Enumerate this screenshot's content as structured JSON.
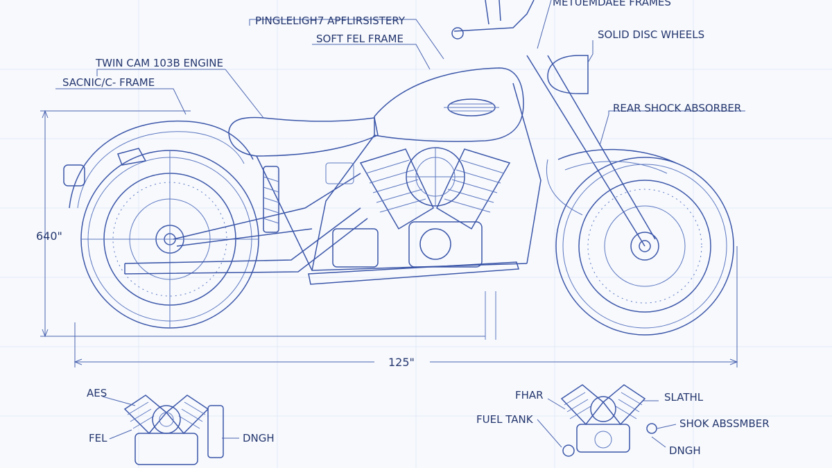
{
  "labels": {
    "top_partial": "METUEMDAEE FRAMES",
    "pinglelight": "PINGLELIGH7 APFLIRSISTERY",
    "soft_fel_frame": "SOFT FEL FRAME",
    "solid_disc_wheels": "SOLID DISC WHEELS",
    "twin_cam_engine": "TWIN CAM 103B ENGINE",
    "sacnic_frame": "SACNIC/C- FRAME",
    "rear_shock_absorber": "REAR SHOCK ABSORBER"
  },
  "dimensions": {
    "height": "640\"",
    "length": "125\""
  },
  "detail_left": {
    "aes": "AES",
    "fel": "FEL",
    "dngh": "DNGH"
  },
  "detail_right": {
    "fhar": "FHAR",
    "fuel_tank": "FUEL TANK",
    "slathl": "SLATHL",
    "shok_absmber": "SHOK ABSSMBER",
    "dngh": "DNGH"
  },
  "colors": {
    "paper": "#f7f9fd",
    "ink": "#3a55a8",
    "text": "#24366e"
  }
}
